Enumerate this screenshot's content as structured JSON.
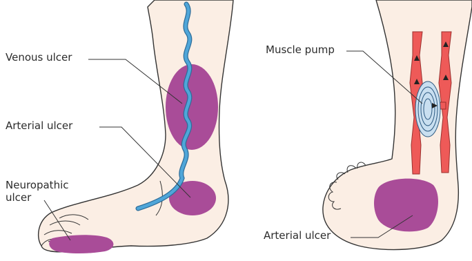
{
  "labels": {
    "venous_ulcer": "Venous ulcer",
    "arterial_ulcer_left": "Arterial ulcer",
    "neuropathic_ulcer_line1": "Neuropathic",
    "neuropathic_ulcer_line2": "ulcer",
    "muscle_pump": "Muscle pump",
    "arterial_ulcer_right": "Arterial ulcer"
  },
  "colors": {
    "skin": "#fbeee4",
    "outline": "#333333",
    "ulcer": "#a94c98",
    "vein": "#4fa6d9",
    "muscle": "#ee5a58",
    "pump": "#c9dff0"
  }
}
